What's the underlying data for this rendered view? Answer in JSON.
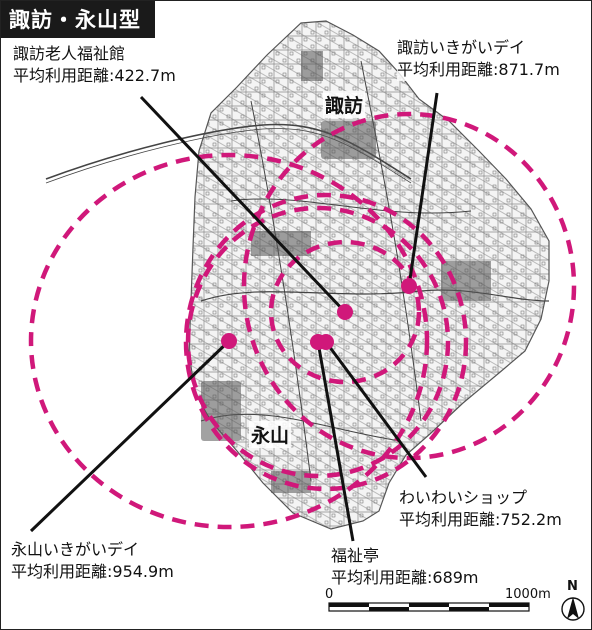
{
  "title": "諏訪・永山型",
  "areas": {
    "suwa": "諏訪",
    "nagayama": "永山"
  },
  "facilities": {
    "suwa_rojin": {
      "name": "諏訪老人福祉館",
      "distance": "平均利用距離:422.7m"
    },
    "suwa_ikigai": {
      "name": "諏訪いきがいデイ",
      "distance": "平均利用距離:871.7m"
    },
    "waiwai": {
      "name": "わいわいショップ",
      "distance": "平均利用距離:752.2m"
    },
    "nagayama_ikigai": {
      "name": "永山いきがいデイ",
      "distance": "平均利用距離:954.9m"
    },
    "fukushitei": {
      "name": "福祉亭",
      "distance": "平均利用距離:689m"
    }
  },
  "scale": {
    "zero": "0",
    "max": "1000m"
  },
  "north": "N",
  "colors": {
    "accent": "#d0187a",
    "ink": "#111111"
  }
}
